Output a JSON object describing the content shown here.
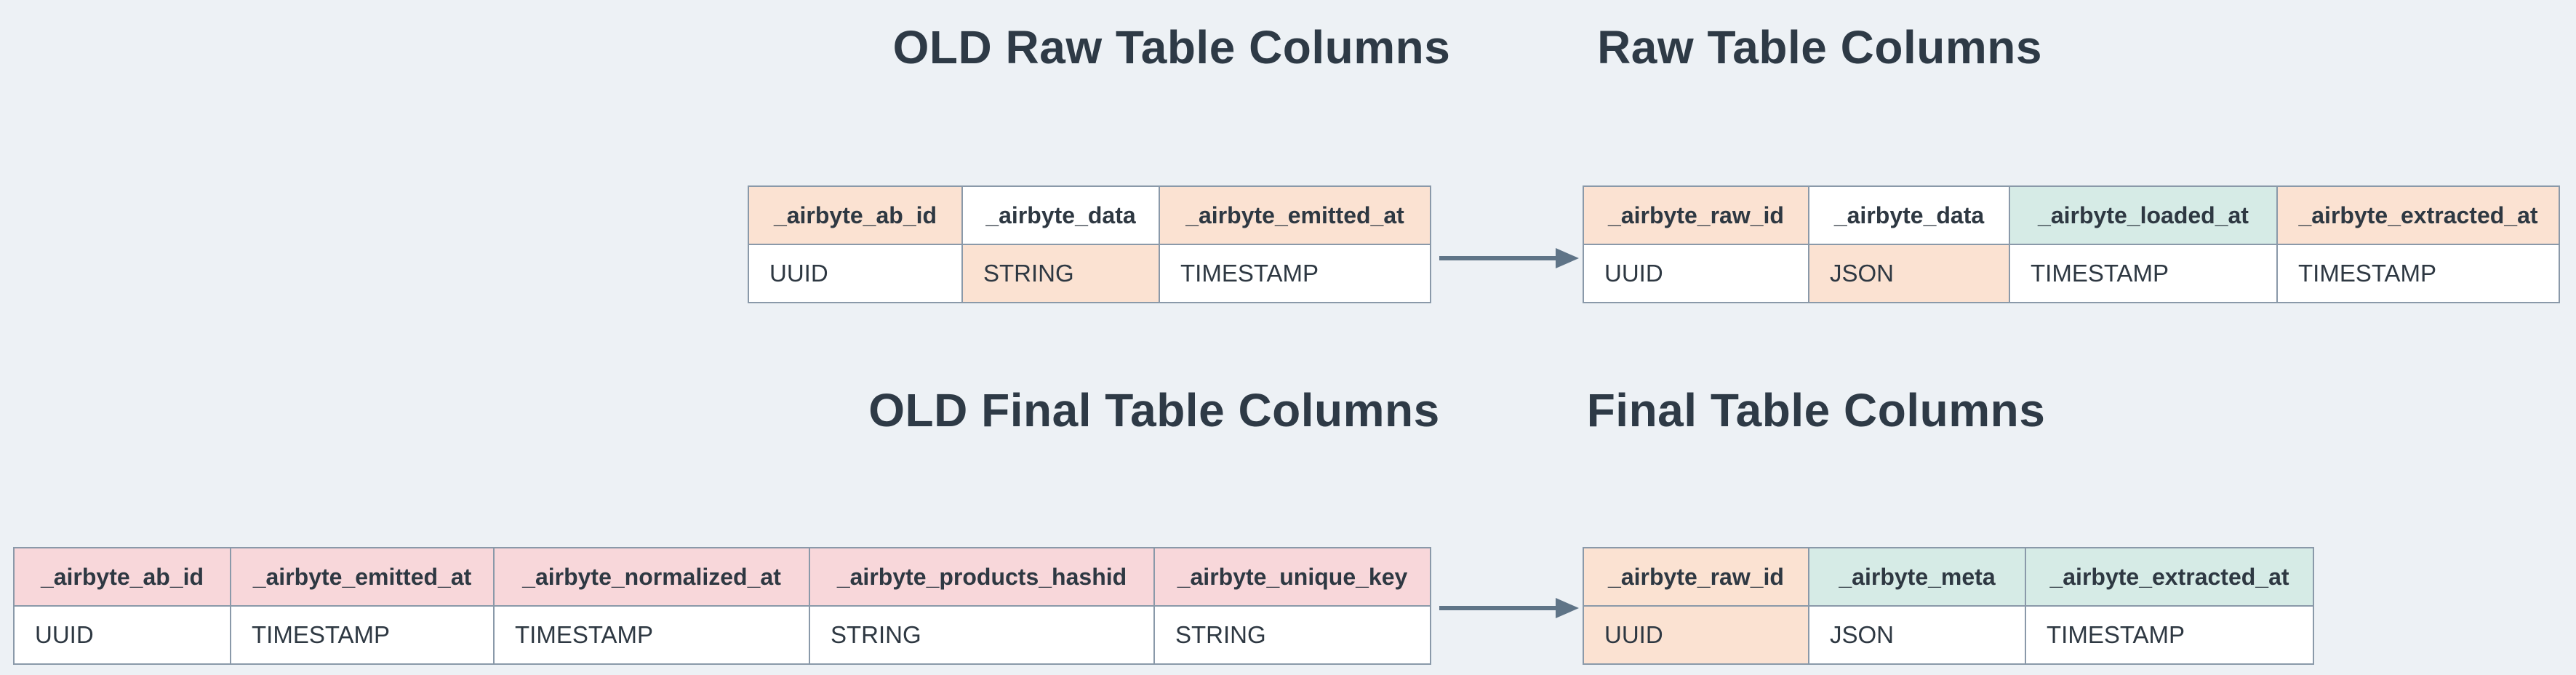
{
  "page": {
    "background": "#edf1f5"
  },
  "colors": {
    "peach": "#fbe2d2",
    "teal": "#d6ebe6",
    "pink": "#f8d7da",
    "white": "#ffffff",
    "border": "#8a99a9",
    "arrow": "#5f7487",
    "title_text": "#2e3a46",
    "cell_text": "#2e3842"
  },
  "titles": {
    "old_raw": "OLD Raw Table Columns",
    "new_raw": "Raw Table Columns",
    "old_final": "OLD Final Table Columns",
    "new_final": "Final Table Columns"
  },
  "tables": {
    "old_raw": {
      "columns": [
        {
          "header": "_airbyte_ab_id",
          "header_bg": "peach",
          "value": "UUID",
          "value_bg": "white"
        },
        {
          "header": "_airbyte_data",
          "header_bg": "white",
          "value": "STRING",
          "value_bg": "peach"
        },
        {
          "header": "_airbyte_emitted_at",
          "header_bg": "peach",
          "value": "TIMESTAMP",
          "value_bg": "white"
        }
      ]
    },
    "new_raw": {
      "columns": [
        {
          "header": "_airbyte_raw_id",
          "header_bg": "peach",
          "value": "UUID",
          "value_bg": "white"
        },
        {
          "header": "_airbyte_data",
          "header_bg": "white",
          "value": "JSON",
          "value_bg": "peach"
        },
        {
          "header": "_airbyte_loaded_at",
          "header_bg": "teal",
          "value": "TIMESTAMP",
          "value_bg": "white"
        },
        {
          "header": "_airbyte_extracted_at",
          "header_bg": "peach",
          "value": "TIMESTAMP",
          "value_bg": "white"
        }
      ]
    },
    "old_final": {
      "columns": [
        {
          "header": "_airbyte_ab_id",
          "header_bg": "pink",
          "value": "UUID",
          "value_bg": "white"
        },
        {
          "header": "_airbyte_emitted_at",
          "header_bg": "pink",
          "value": "TIMESTAMP",
          "value_bg": "white"
        },
        {
          "header": "_airbyte_normalized_at",
          "header_bg": "pink",
          "value": "TIMESTAMP",
          "value_bg": "white"
        },
        {
          "header": "_airbyte_products_hashid",
          "header_bg": "pink",
          "value": "STRING",
          "value_bg": "white"
        },
        {
          "header": "_airbyte_unique_key",
          "header_bg": "pink",
          "value": "STRING",
          "value_bg": "white"
        }
      ]
    },
    "new_final": {
      "columns": [
        {
          "header": "_airbyte_raw_id",
          "header_bg": "peach",
          "value": "UUID",
          "value_bg": "peach"
        },
        {
          "header": "_airbyte_meta",
          "header_bg": "teal",
          "value": "JSON",
          "value_bg": "white"
        },
        {
          "header": "_airbyte_extracted_at",
          "header_bg": "teal",
          "value": "TIMESTAMP",
          "value_bg": "white"
        }
      ]
    }
  },
  "arrows": [
    {
      "name": "raw-migration-arrow",
      "direction": "right"
    },
    {
      "name": "final-migration-arrow",
      "direction": "right"
    }
  ]
}
